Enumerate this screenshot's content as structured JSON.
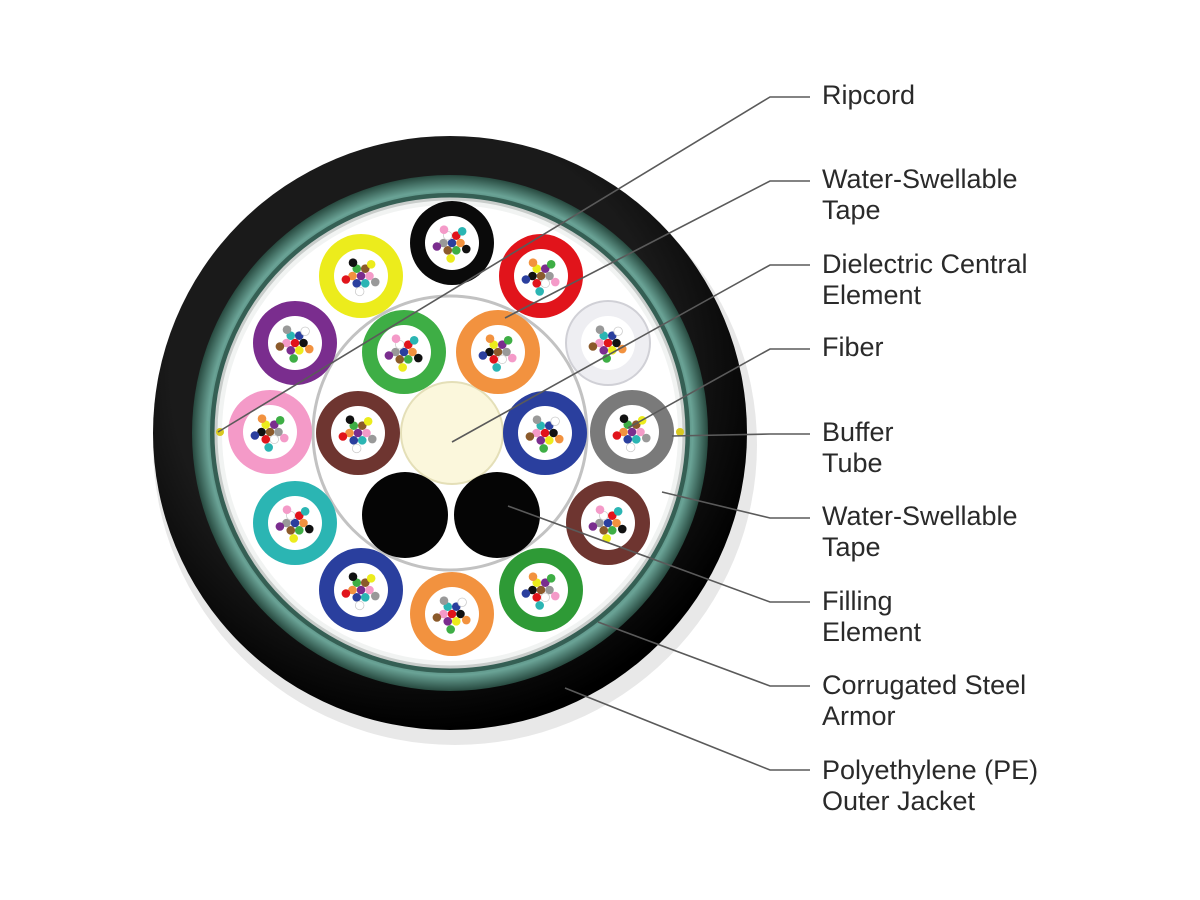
{
  "diagram": {
    "labels": [
      {
        "id": "ripcord",
        "lines": [
          "Ripcord"
        ]
      },
      {
        "id": "water-swellable-tape-outer",
        "lines": [
          "Water-Swellable",
          "Tape"
        ]
      },
      {
        "id": "dielectric-central-element",
        "lines": [
          "Dielectric Central",
          "Element"
        ]
      },
      {
        "id": "fiber",
        "lines": [
          "Fiber"
        ]
      },
      {
        "id": "buffer-tube",
        "lines": [
          "Buffer",
          "Tube"
        ]
      },
      {
        "id": "water-swellable-tape-inner",
        "lines": [
          "Water-Swellable",
          "Tape"
        ]
      },
      {
        "id": "filling-element",
        "lines": [
          "Filling",
          "Element"
        ]
      },
      {
        "id": "corrugated-steel-armor",
        "lines": [
          "Corrugated Steel",
          "Armor"
        ]
      },
      {
        "id": "pe-outer-jacket",
        "lines": [
          "Polyethylene (PE)",
          "Outer Jacket"
        ]
      }
    ],
    "colors": {
      "jacket": "#0c0c0c",
      "armor": "#4f8577",
      "armor_dark": "#2f5a4f",
      "core_fill": "#ffffff",
      "central_element": "#fbf7dc",
      "filling_element": "#050505",
      "leader_line": "#5a5a5a",
      "label_text": "#2a2a2a"
    },
    "outer_tubes": [
      "#0a0a0a",
      "#e1141b",
      "#eeeef2",
      "#7a7a7a",
      "#6e3530",
      "#2e9a36",
      "#f2923f",
      "#2a3f9e",
      "#2bb5b3",
      "#f49ac8",
      "#7a2d8e",
      "#ecec1c"
    ],
    "inner_tubes": [
      "#3eae45",
      "#f2923f",
      "#2a3f9e",
      "#6e3530"
    ],
    "fiber_colors": [
      "#2a3f9e",
      "#f2923f",
      "#3eae45",
      "#8b5a2b",
      "#999999",
      "#ffffff",
      "#e1141b",
      "#111111",
      "#ecec1c",
      "#7a2d8e",
      "#f49ac8",
      "#2bb5b3"
    ]
  }
}
